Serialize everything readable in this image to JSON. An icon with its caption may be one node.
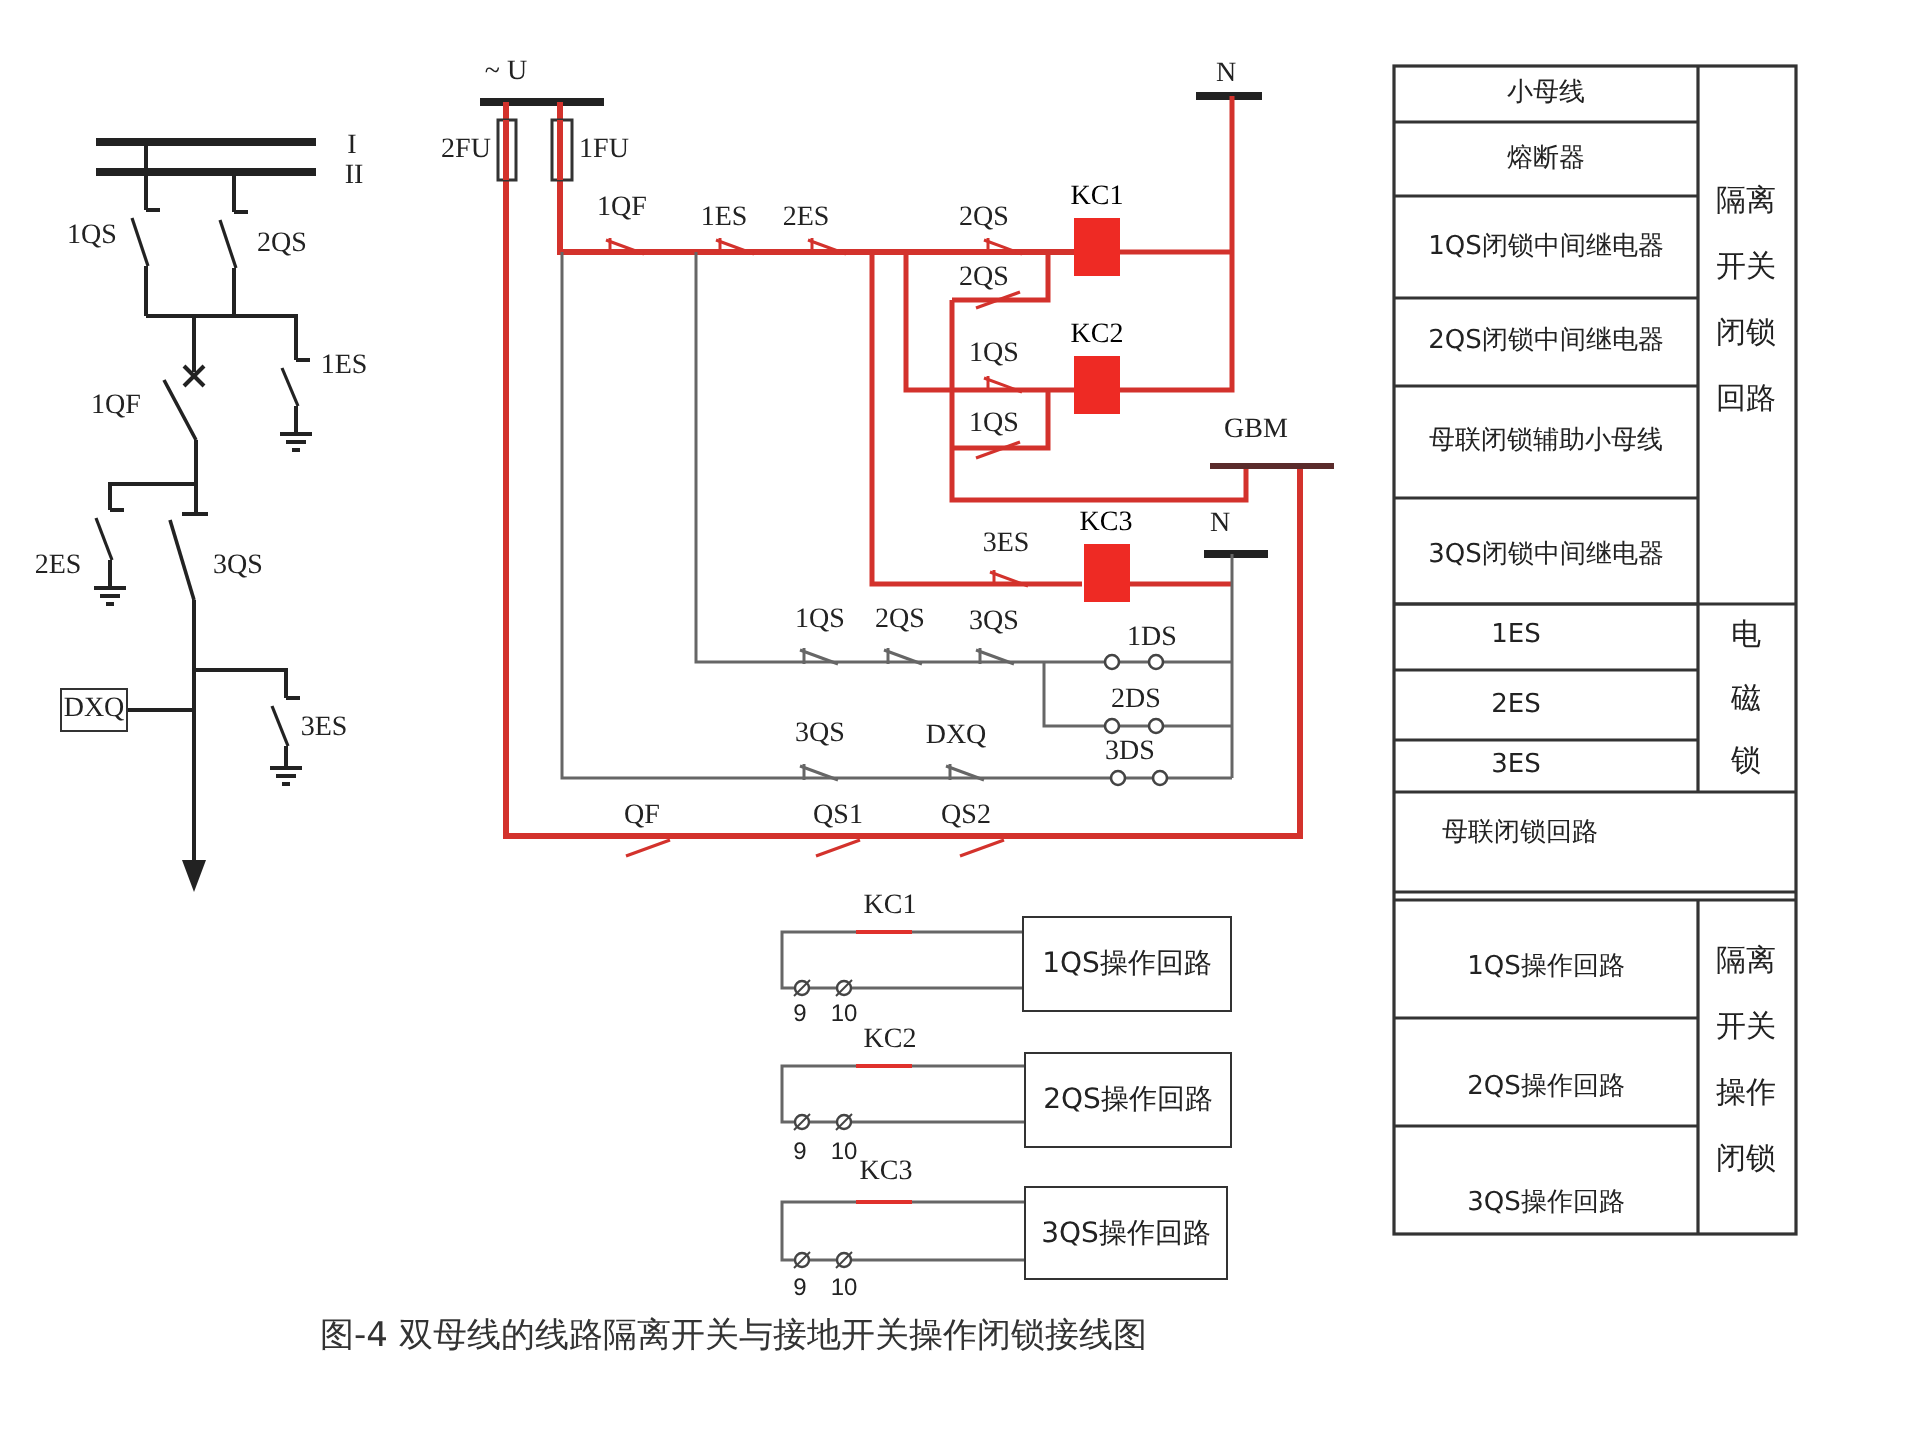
{
  "diagram": {
    "caption": "图-4 双母线的线路隔离开关与接地开关操作闭锁接线图",
    "nodes": [
      {
        "text": [
          "DXQ"
        ]
      },
      {
        "text": [
          "KC1"
        ]
      },
      {
        "text": [
          "KC2"
        ]
      },
      {
        "text": [
          "KC3"
        ]
      },
      {
        "text": [
          "1QS操作回路"
        ]
      },
      {
        "text": [
          "2QS操作回路"
        ]
      },
      {
        "text": [
          "3QS操作回路"
        ]
      }
    ],
    "labels": [
      "I",
      "II",
      "1QS",
      "2QS",
      "1ES",
      "1QF",
      "2ES",
      "3QS",
      "3ES",
      "~ U",
      "2FU",
      "1FU",
      "N",
      "1QF",
      "1ES",
      "2ES",
      "2QS",
      "2QS",
      "1QS",
      "1QS",
      "GBM",
      "3ES",
      "N",
      "1QS",
      "2QS",
      "3QS",
      "1DS",
      "2DS",
      "3QS",
      "DXQ",
      "3DS",
      "QF",
      "QS1",
      "QS2",
      "KC1",
      "9",
      "10",
      "KC2",
      "9",
      "10",
      "KC3",
      "9",
      "10",
      "小母线",
      "熔断器",
      "1QS闭锁中间继电器",
      "2QS闭锁中间继电器",
      "母联闭锁辅助小母线",
      "3QS闭锁中间继电器",
      "隔离开关闭锁回路",
      "1ES",
      "2ES",
      "3ES",
      "电磁锁",
      "母联闭锁回路",
      "1QS操作回路",
      "2QS操作回路",
      "3QS操作回路",
      "隔离开关操作闭锁"
    ]
  }
}
